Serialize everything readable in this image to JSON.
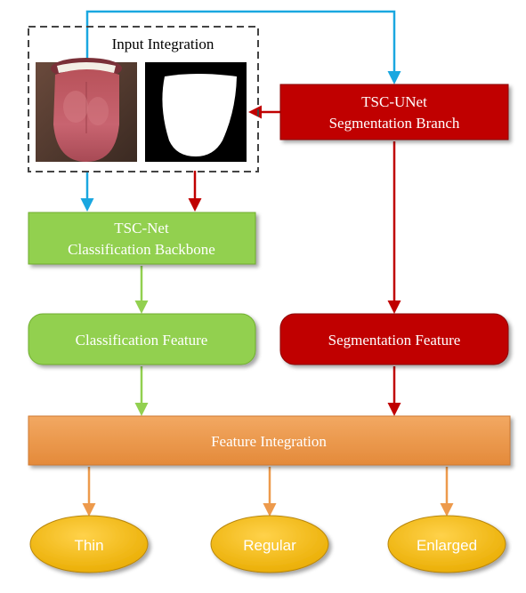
{
  "input_group": {
    "title": "Input Integration"
  },
  "seg_branch": {
    "line1": "TSC-UNet",
    "line2": "Segmentation Branch"
  },
  "backbone": {
    "line1": "TSC-Net",
    "line2": "Classification Backbone"
  },
  "class_feature": {
    "label": "Classification Feature"
  },
  "seg_feature": {
    "label": "Segmentation Feature"
  },
  "integration": {
    "label": "Feature Integration"
  },
  "outputs": [
    {
      "label": "Thin"
    },
    {
      "label": "Regular"
    },
    {
      "label": "Enlarged"
    }
  ],
  "colors": {
    "blue_arrow": "#1aa7e0",
    "red": "#c00000",
    "green": "#92d050",
    "orange": "#ed9a4c",
    "gold": "#f2b800"
  }
}
